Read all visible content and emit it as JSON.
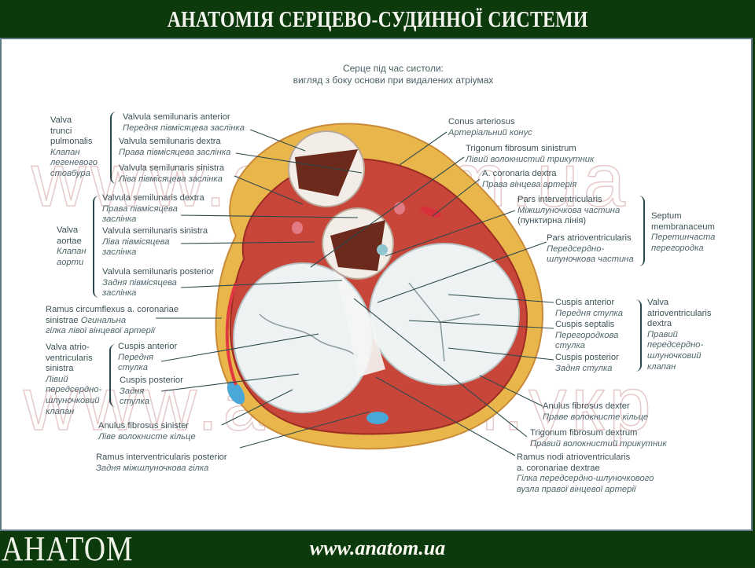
{
  "header": {
    "title": "АНАТОМІЯ СЕРЦЕВО-СУДИННОЇ СИСТЕМИ"
  },
  "caption": {
    "line1": "Серце під час систоли:",
    "line2": "вигляд з боку основи при видалених атріумах"
  },
  "watermarks": {
    "top": "www.anatom.ua",
    "bottom": "www.anatom.укр"
  },
  "left_labels": {
    "valva_trunci": {
      "group_la": [
        "Valva",
        "trunci",
        "pulmonalis"
      ],
      "group_ua": [
        "Клапан",
        "легеневого",
        "стовбура"
      ],
      "items": [
        {
          "la": "Valvula semilunaris anterior",
          "ua": "Передня півмісяцева заслінка"
        },
        {
          "la": "Valvula semilunaris dextra",
          "ua": "Права півмісяцева заслінка"
        },
        {
          "la": "Valvula semilunaris sinistra",
          "ua": "Ліва півмісяцева заслінка"
        }
      ]
    },
    "valva_aortae": {
      "group_la": [
        "Valva",
        "aortae"
      ],
      "group_ua": [
        "Клапан",
        "аорти"
      ],
      "items": [
        {
          "la": "Valvula semilunaris dextra",
          "ua1": "Права півмісяцева",
          "ua2": "заслінка"
        },
        {
          "la": "Valvula semilunaris sinistra",
          "ua1": "Ліва півмісяцева",
          "ua2": "заслінка"
        },
        {
          "la": "Valvula semilunaris posterior",
          "ua1": "Задня півмісяцева",
          "ua2": "заслінка"
        }
      ]
    },
    "ramus_circumflexus": {
      "la1": "Ramus circumflexus a. coronariae",
      "la2": "sinistrae",
      "ua_inline": "Огинальна",
      "ua": "гілка лівої вінцевої артерії"
    },
    "valva_av_sinistra": {
      "group_la": [
        "Valva atrio-",
        "ventricularis",
        "sinistra"
      ],
      "group_ua": [
        "Лівий",
        "передсердно-",
        "шлуночковий",
        "клапан"
      ],
      "items": [
        {
          "la": "Cuspis anterior",
          "ua1": "Передня",
          "ua2": "стулка"
        },
        {
          "la": "Cuspis posterior",
          "ua1": "Задня",
          "ua2": "стулка"
        }
      ]
    },
    "anulus_sinister": {
      "la": "Anulus fibrosus sinister",
      "ua": "Ліве волокнисте кільце"
    },
    "ramus_interventricularis": {
      "la": "Ramus interventricularis posterior",
      "ua": "Задня міжшлуночкова гілка"
    }
  },
  "right_labels": {
    "conus": {
      "la": "Conus arteriosus",
      "ua": "Артеріальний конус"
    },
    "trigonum_sinistrum": {
      "la": "Trigonum fibrosum sinistrum",
      "ua": "Лівий волокнистий трикутник"
    },
    "coronaria_dextra": {
      "la": "A. coronaria dextra",
      "ua": "Права вінцева артерія"
    },
    "septum": {
      "group_la": [
        "Septum",
        "membranaceum"
      ],
      "group_ua": [
        "Перетинчаста",
        "перегородка"
      ],
      "items": [
        {
          "la": "Pars interventricularis",
          "ua": "Міжшлуночкова частина",
          "note": "(пунктирна лінія)"
        },
        {
          "la": "Pars atrioventricularis",
          "ua1": "Передсердно-",
          "ua2": "шлуночкова частина"
        }
      ]
    },
    "valva_av_dextra": {
      "group_la": [
        "Valva",
        "atrioventricularis",
        "dextra"
      ],
      "group_ua": [
        "Правий",
        "передсердно-",
        "шлуночковий",
        "клапан"
      ],
      "items": [
        {
          "la": "Cuspis anterior",
          "ua": "Передня стулка"
        },
        {
          "la": "Cuspis septalis",
          "ua1": "Перегородкова",
          "ua2": "стулка"
        },
        {
          "la": "Cuspis posterior",
          "ua": "Задня стулка"
        }
      ]
    },
    "anulus_dexter": {
      "la": "Anulus fibrosus dexter",
      "ua": "Праве волокнисте кільце"
    },
    "trigonum_dextrum": {
      "la": "Trigonum fibrosum dextrum",
      "ua": "Правий волокнистий трикутник"
    },
    "ramus_nodi": {
      "la1": "Ramus nodi atrioventricularis",
      "la2": "a. coronariae dextrae",
      "ua1": "Гілка передсердно-шлуночкового",
      "ua2": "вузла правої вінцевої артерії"
    }
  },
  "footer": {
    "logo": "АНАТОМ",
    "url": "www.anatom.ua"
  },
  "colors": {
    "header_bg": "#0d3a0c",
    "frame_border": "#5f7a84",
    "label_text": "#3d5258",
    "leader_line": "#2c4a4e"
  }
}
